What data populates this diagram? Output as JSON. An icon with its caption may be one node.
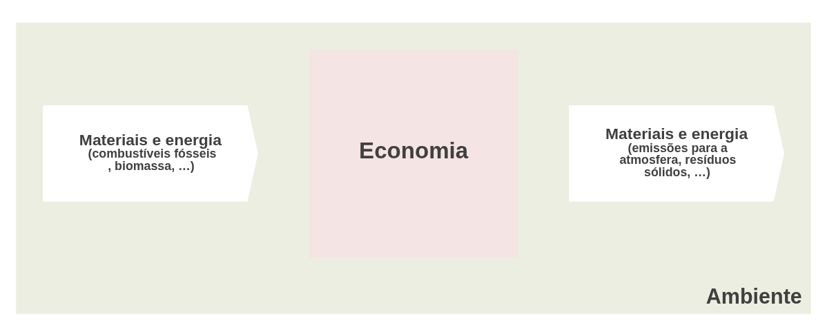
{
  "diagram": {
    "nodes": [
      {
        "text": [
          "Ambiente"
        ]
      },
      {
        "text": [
          "Materiais e energia",
          "(combustíveis fósseis , biomassa, …)"
        ],
        "in": 0
      },
      {
        "text": [
          "Economia"
        ],
        "in": 0
      },
      {
        "text": [
          "Materiais e energia",
          "(emissões para a atmosfera, resíduos sólidos, …)"
        ],
        "in": 0
      }
    ]
  }
}
